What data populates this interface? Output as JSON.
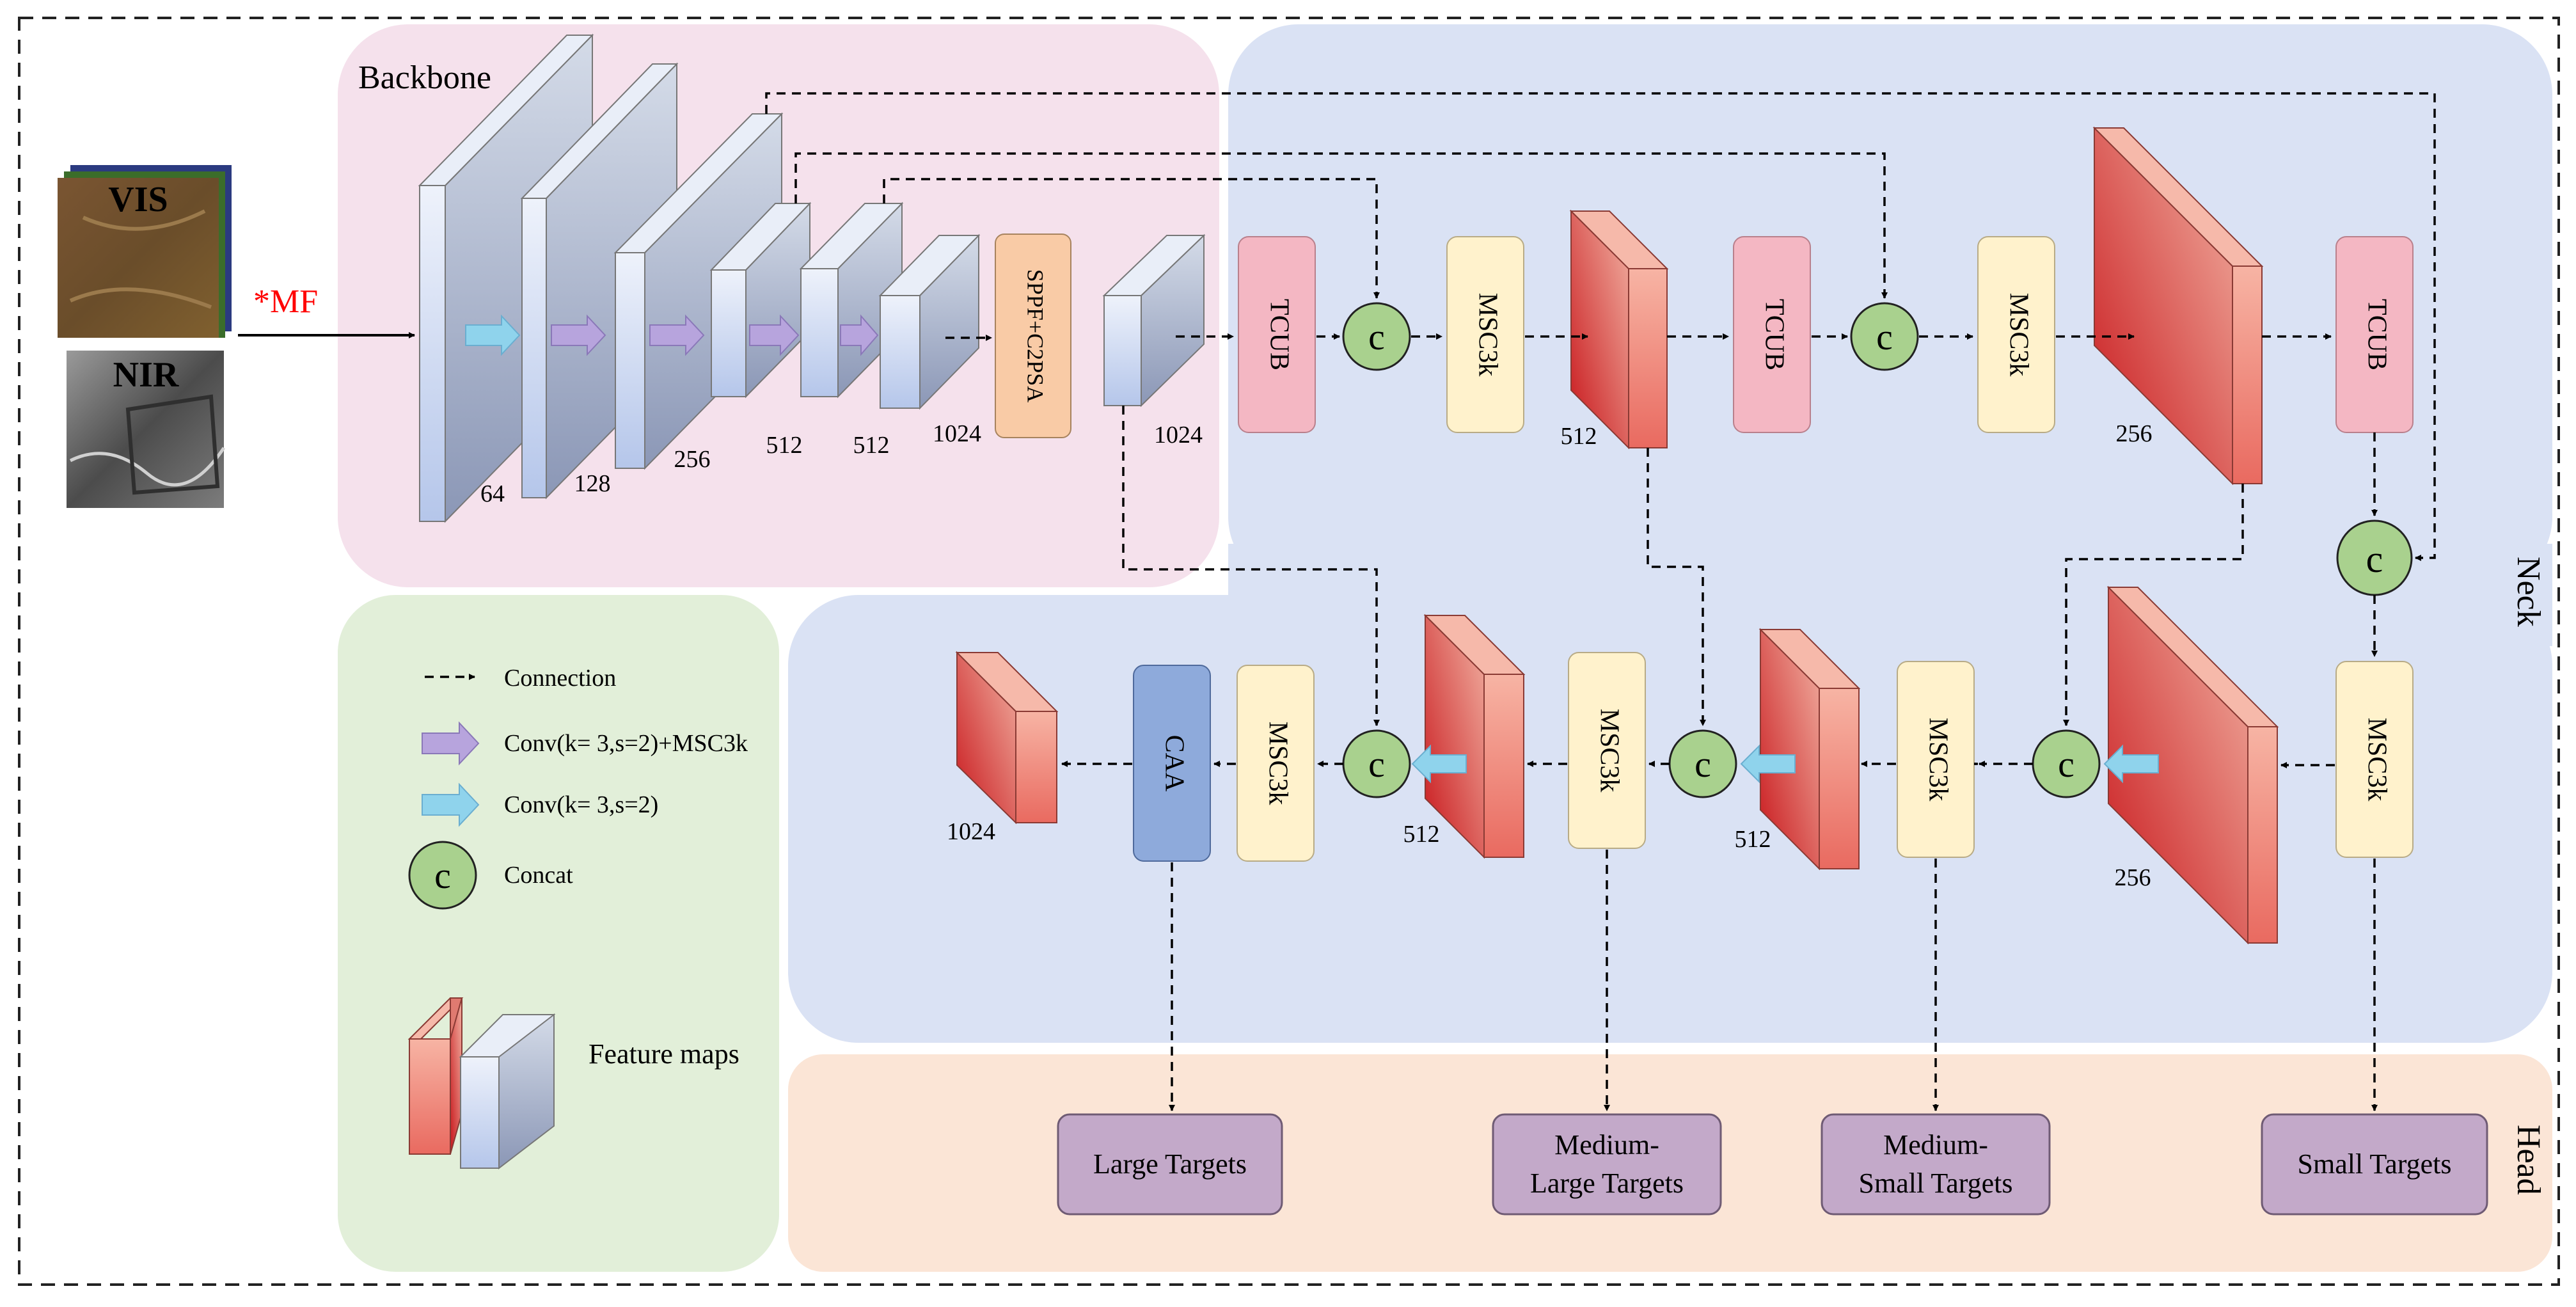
{
  "regions": {
    "backbone": "Backbone",
    "neck": "Neck",
    "head": "Head"
  },
  "inputs": {
    "vis": "VIS",
    "nir": "NIR",
    "fusion": "*MF"
  },
  "blocks": {
    "sppf": "SPPF+C2PSA",
    "tcub": "TCUB",
    "msc3k": "MSC3k",
    "caa": "CAA",
    "concat": "c"
  },
  "channels": {
    "b1": "64",
    "b2": "128",
    "b3": "256",
    "b4": "512",
    "b5": "512",
    "b6": "1024",
    "sppf_out": "1024",
    "neck_top1": "512",
    "neck_top2": "256",
    "neck_right": "256",
    "neck_mid2": "512",
    "neck_mid1": "512",
    "neck_out": "1024"
  },
  "legend": {
    "connection": "Connection",
    "conv_msc": "Conv(k= 3,s=2)+MSC3k",
    "conv": "Conv(k= 3,s=2)",
    "concat": "Concat",
    "feature_maps": "Feature maps"
  },
  "heads": {
    "large": "Large Targets",
    "medium_large_1": "Medium-",
    "medium_large_2": "Large Targets",
    "medium_small_1": "Medium-",
    "medium_small_2": "Small Targets",
    "small": "Small Targets"
  },
  "colors": {
    "backbone_bg": "#f5e1ec",
    "neck_bg": "#dae2f4",
    "head_bg": "#fbe5d6",
    "legend_bg": "#e2efd9",
    "tcub": "#f4b7c3",
    "msc3k": "#fff2cc",
    "sppf": "#f9cba6",
    "caa": "#8eaadb",
    "concat": "#a9d18e",
    "target": "#c3a9c9",
    "fusion_text": "#ff0000",
    "conv_arrow": "#8fd3ec",
    "conv_msc_arrow": "#b7a4dd"
  }
}
